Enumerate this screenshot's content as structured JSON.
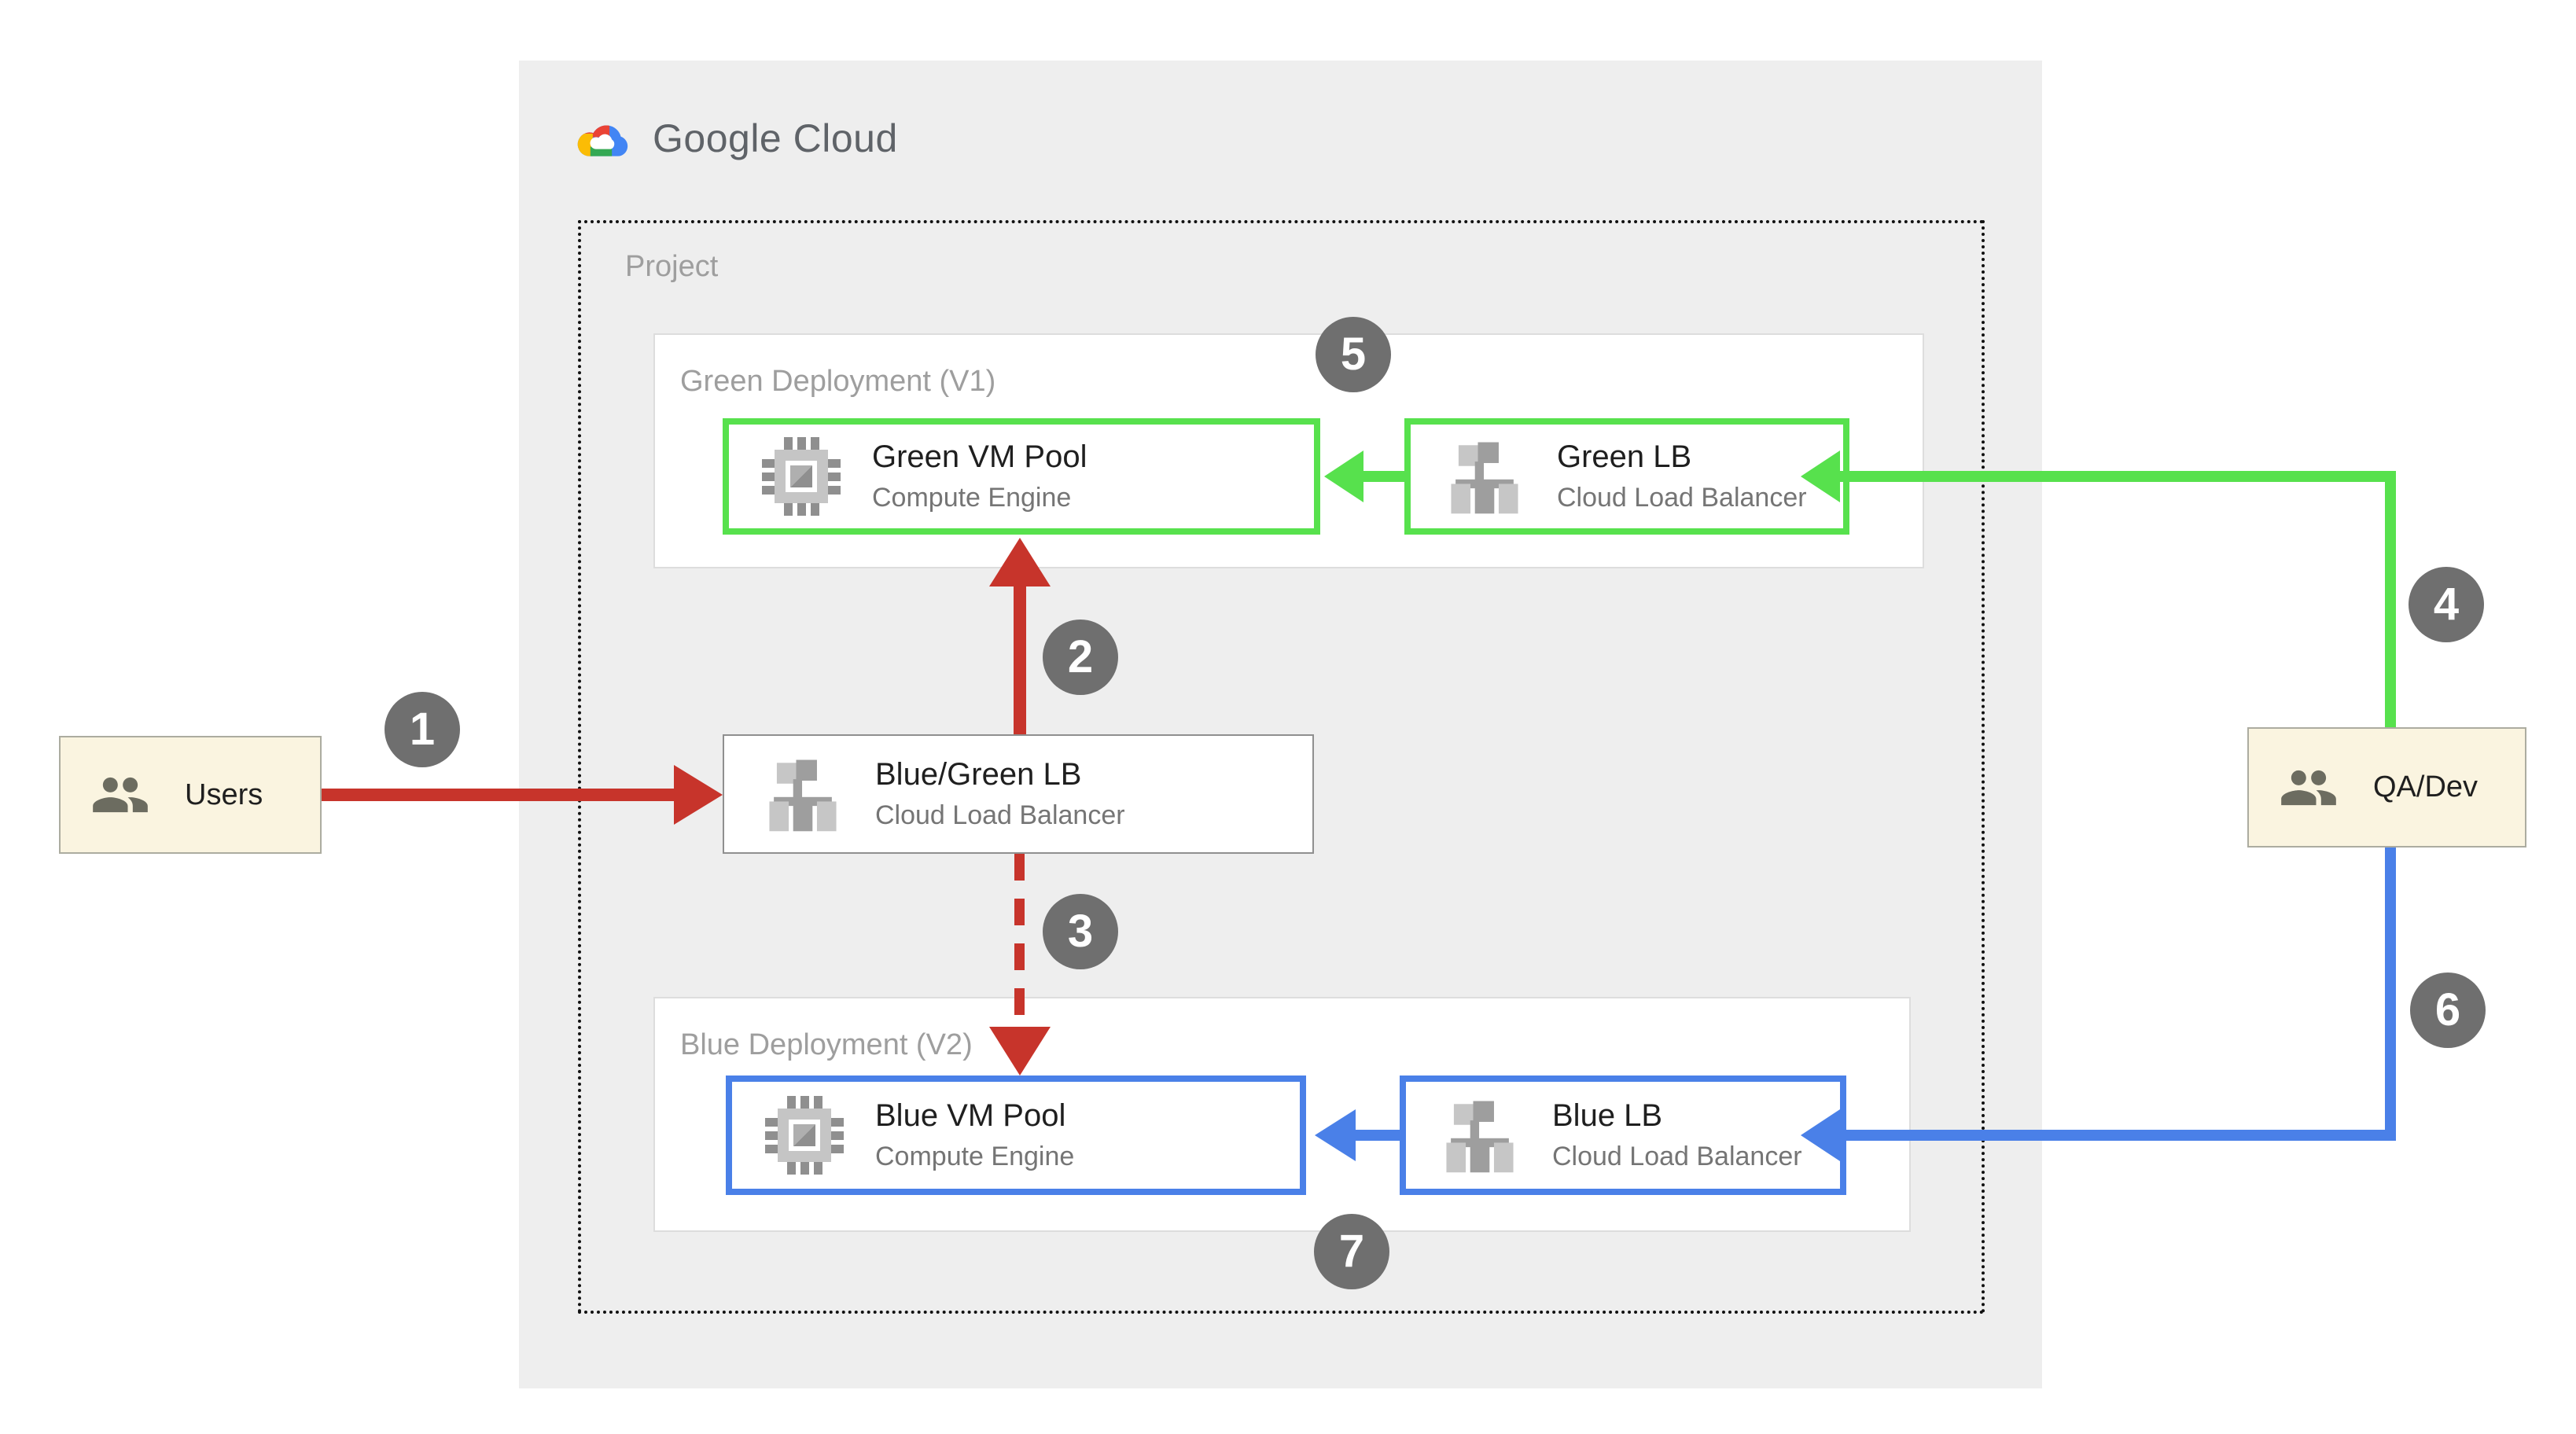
{
  "brand": {
    "name": "Google Cloud"
  },
  "project": {
    "label": "Project"
  },
  "green_deployment": {
    "label": "Green Deployment (V1)",
    "vm_pool": {
      "name": "Green VM Pool",
      "product": "Compute Engine"
    },
    "lb": {
      "name": "Green LB",
      "product": "Cloud Load Balancer"
    }
  },
  "blue_deployment": {
    "label": "Blue Deployment (V2)",
    "vm_pool": {
      "name": "Blue VM Pool",
      "product": "Compute Engine"
    },
    "lb": {
      "name": "Blue LB",
      "product": "Cloud Load Balancer"
    }
  },
  "router_lb": {
    "name": "Blue/Green LB",
    "product": "Cloud Load Balancer"
  },
  "actors": {
    "users": "Users",
    "qa_dev": "QA/Dev"
  },
  "steps": [
    "1",
    "2",
    "3",
    "4",
    "5",
    "6",
    "7"
  ],
  "colors": {
    "live_traffic_red": "#C7342B",
    "green_accent": "#57E14D",
    "blue_accent": "#4A80E8",
    "badge_gray": "#6F6F6F",
    "actor_bg_cream": "#FAF4E0",
    "panel_gray": "#EEEEEE"
  }
}
